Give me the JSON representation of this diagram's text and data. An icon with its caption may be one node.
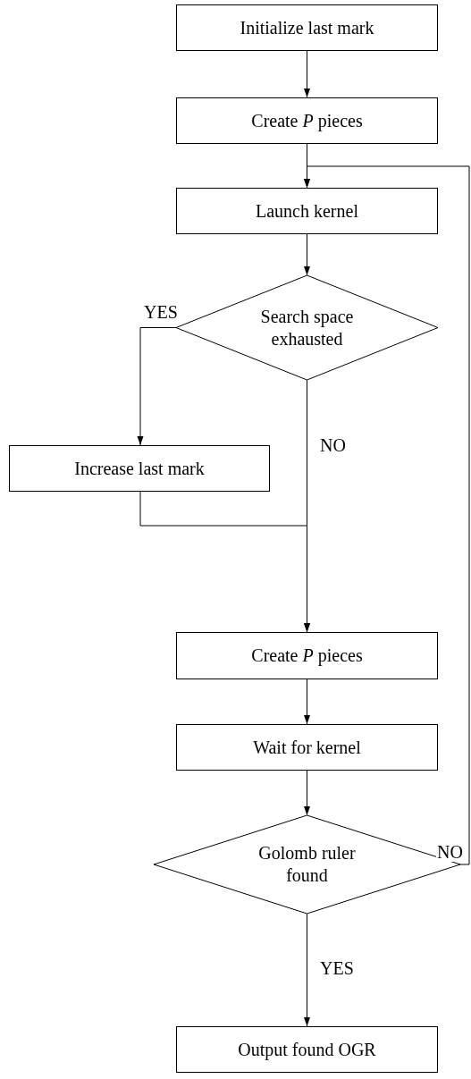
{
  "diagram": {
    "nodes": [
      {
        "text": [
          "Initialize last mark"
        ]
      },
      {
        "text": [
          "Create *P* pieces"
        ]
      },
      {
        "text": [
          "Launch kernel"
        ]
      },
      {
        "text": [
          "Search space exhausted"
        ]
      },
      {
        "text": [
          "Increase last mark"
        ]
      },
      {
        "text": [
          "Create *P* pieces"
        ]
      },
      {
        "text": [
          "Wait for kernel"
        ]
      },
      {
        "text": [
          "Golomb ruler found"
        ]
      },
      {
        "text": [
          "Output found OGR"
        ]
      }
    ],
    "edges": [
      {
        "from": 0,
        "to": 1,
        "arrow": "to"
      },
      {
        "from": 1,
        "to": 2,
        "arrow": "to"
      },
      {
        "from": 2,
        "to": 3,
        "arrow": "to"
      },
      {
        "from": 3,
        "to": 4,
        "arrow": "to",
        "label": "YES"
      },
      {
        "from": 3,
        "to": 5,
        "arrow": "to",
        "label": "NO"
      },
      {
        "from": 4,
        "to": 5,
        "arrow": "to"
      },
      {
        "from": 5,
        "to": 6,
        "arrow": "to"
      },
      {
        "from": 6,
        "to": 7,
        "arrow": "to"
      },
      {
        "from": 7,
        "to": 8,
        "arrow": "to",
        "label": "YES"
      },
      {
        "from": 7,
        "to": 2,
        "arrow": "to",
        "label": "NO"
      }
    ]
  }
}
